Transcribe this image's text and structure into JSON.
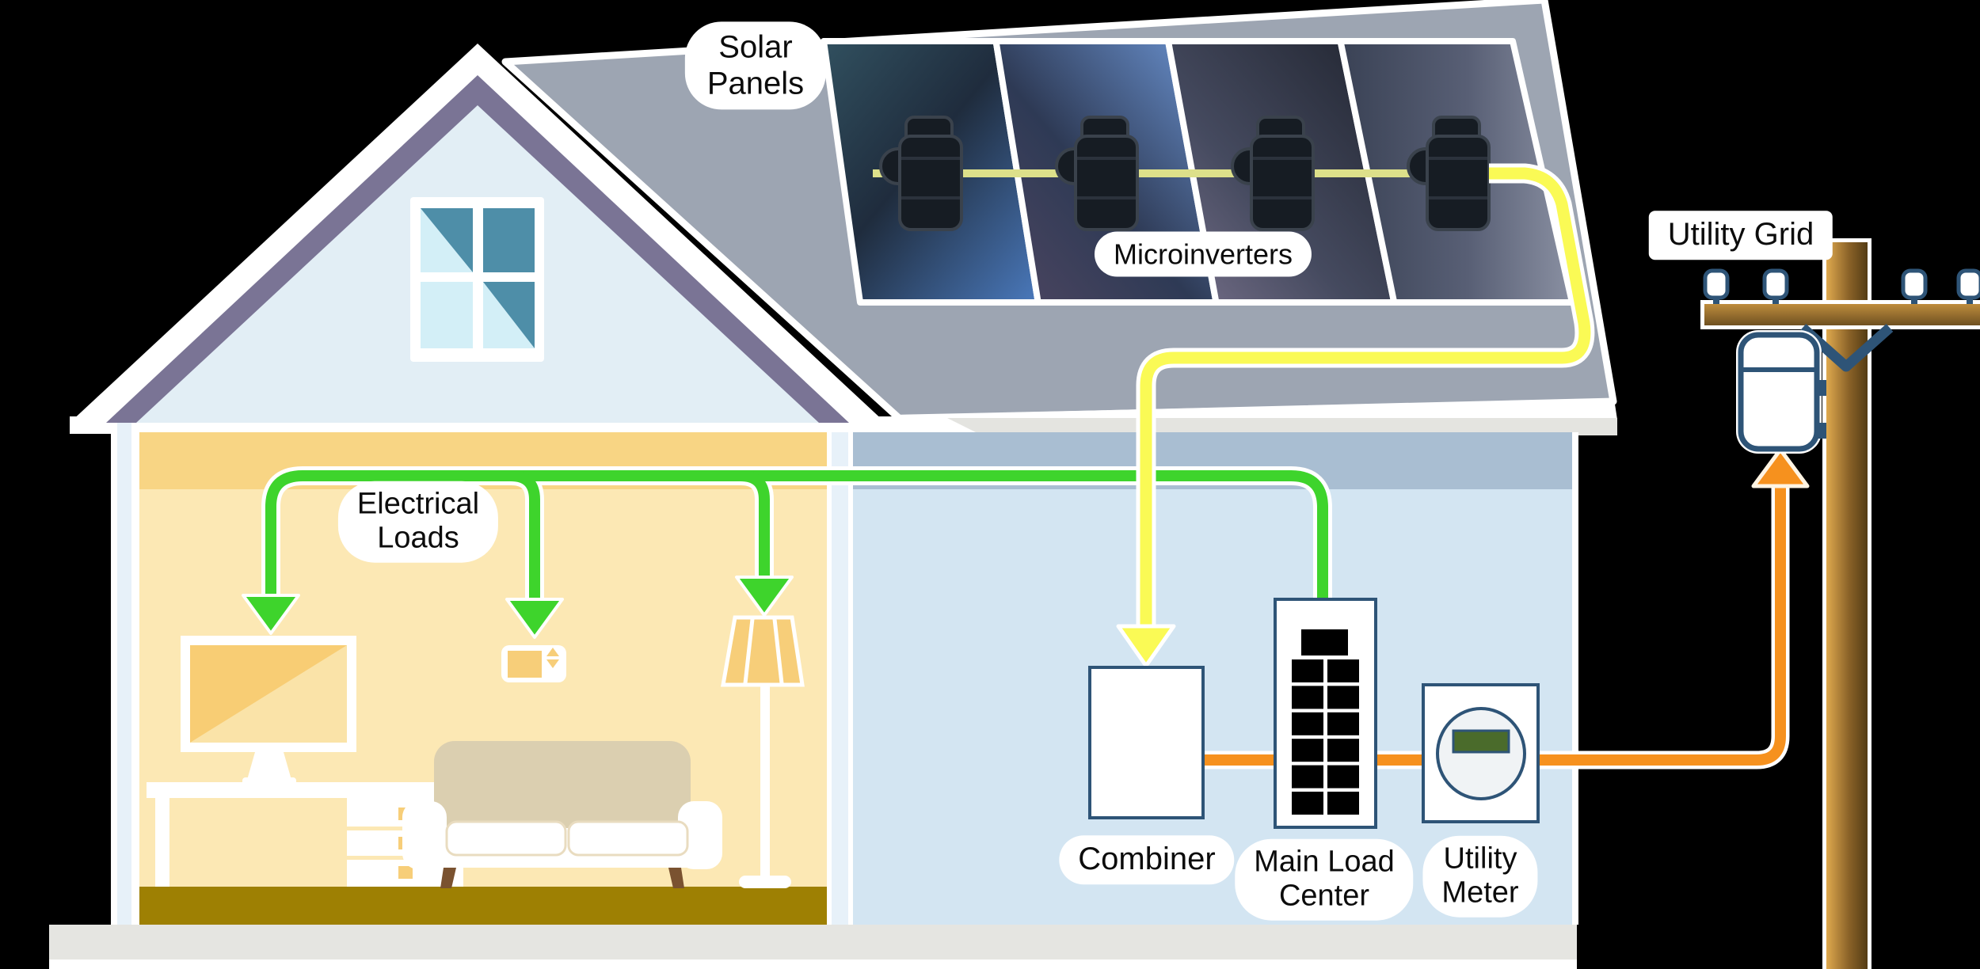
{
  "diagram": {
    "labels": {
      "solar_panels": [
        "Solar",
        "Panels"
      ],
      "microinverters": [
        "Microinverters"
      ],
      "utility_grid": [
        "Utility Grid"
      ],
      "electrical_loads": [
        "Electrical",
        "Loads"
      ],
      "combiner": [
        "Combiner"
      ],
      "main_load_center": [
        "Main Load",
        "Center"
      ],
      "utility_meter": [
        "Utility",
        "Meter"
      ]
    },
    "counts": {
      "solar_panels": 4,
      "microinverters": 4,
      "breaker_rows": 6,
      "breaker_cols": 2,
      "pole_insulators": 4
    },
    "colors": {
      "wire_green": "#3ED42C",
      "wire_yellow": "#FAFA55",
      "wire_yellow_muted": "#DDE08A",
      "wire_orange": "#F6911E",
      "outline_blue": "#2E5477",
      "roof_gray": "#9DA5B2",
      "eave_gray": "#E4E4E0",
      "gable_face": "#E2EEF5",
      "gable_trim": "#7A7495",
      "room_yellow": "#FCE8B4",
      "room_yellow_band": "#F8D584",
      "room_blue": "#D3E5F2",
      "room_blue_band": "#A9BED2",
      "wall_light": "#E7F1F9",
      "floor_olive": "#9E8003",
      "foundation_gray": "#E5E5E1",
      "window_teal": "#4E8EA8",
      "window_light": "#D3EFF7",
      "couch_tan": "#DBCFB0",
      "leg_brown": "#7A5230",
      "furniture_gold": "#F7CE79",
      "screen_gold": "#F8CD74",
      "screen_gold_light": "#FAE3A8",
      "meter_display_green": "#4A6B2B"
    }
  }
}
